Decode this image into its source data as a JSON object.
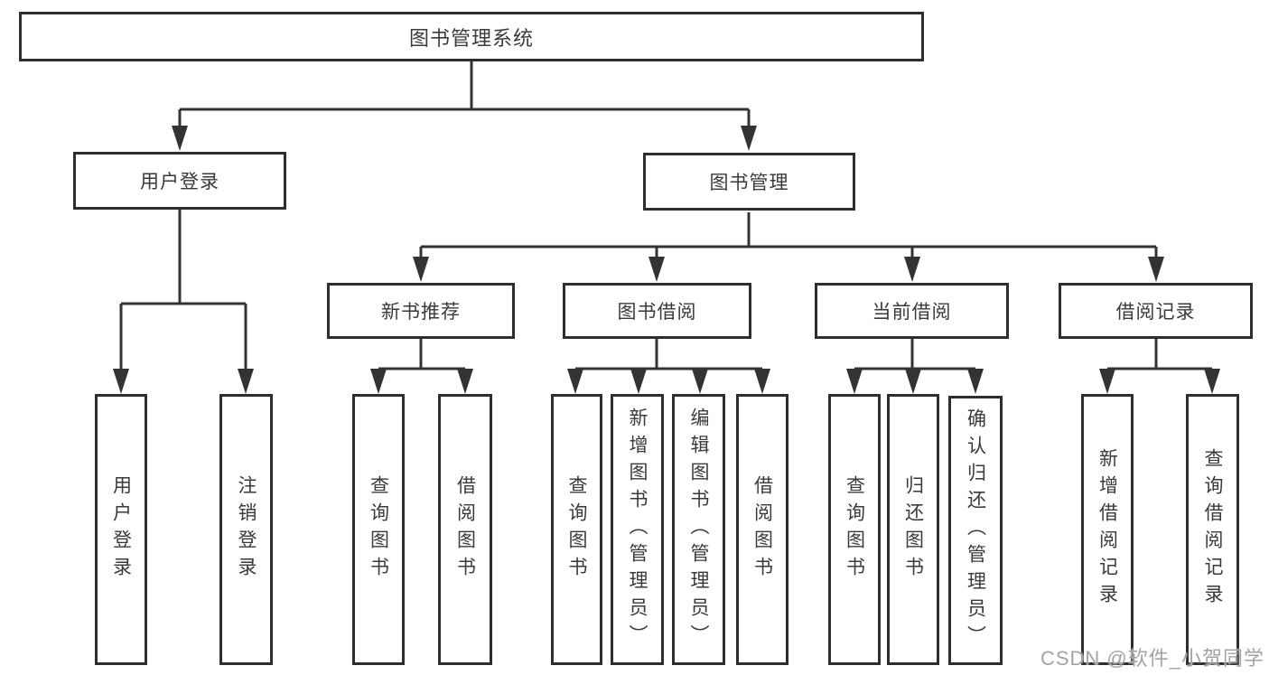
{
  "colors": {
    "line": "#333333",
    "box_border": "#2e2e2e",
    "text": "#3a3a3a",
    "watermark": "#a3a3a3",
    "background": "#ffffff"
  },
  "tree": {
    "root": "图书管理系统",
    "level2": {
      "user_login": "用户登录",
      "book_mgmt": "图书管理"
    },
    "level3": {
      "new_book": "新书推荐",
      "book_borrow": "图书借阅",
      "current_borrow": "当前借阅",
      "borrow_record": "借阅记录"
    },
    "leaves": {
      "user_login": [
        "用户登录",
        "注销登录"
      ],
      "new_book": [
        "查询图书",
        "借阅图书"
      ],
      "book_borrow": [
        "查询图书",
        "新增图书（管理员）",
        "编辑图书（管理员）",
        "借阅图书"
      ],
      "current_borrow": [
        "查询图书",
        "归还图书",
        "确认归还（管理员）"
      ],
      "borrow_record": [
        "新增借阅记录",
        "查询借阅记录"
      ]
    }
  },
  "watermark": "CSDN @软件_小贺同学"
}
